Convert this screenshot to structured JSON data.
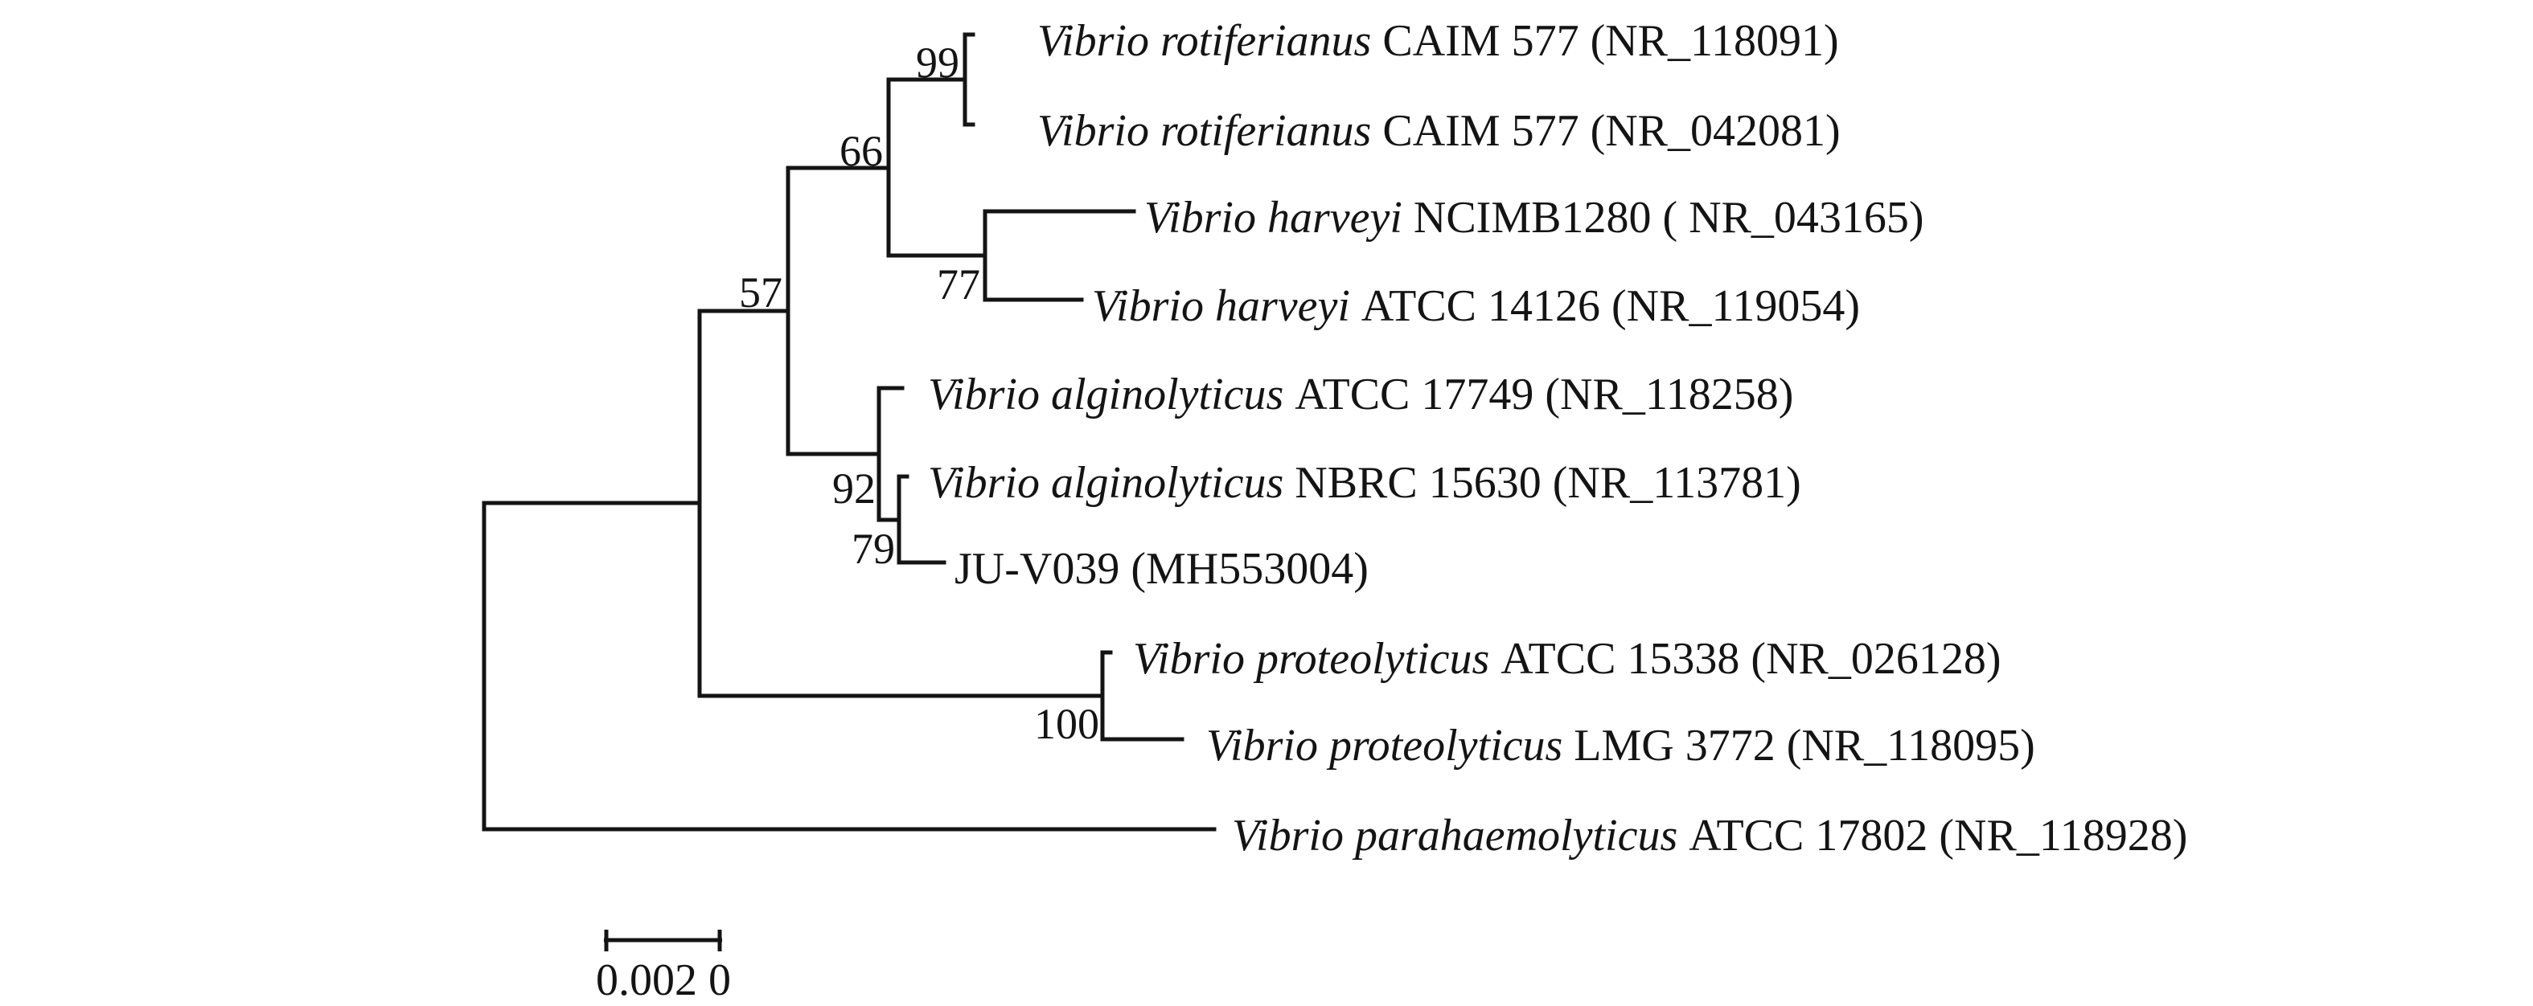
{
  "figure": {
    "type": "phylogenetic-tree",
    "description": "Neighbor-joining phylogenetic tree of Vibrio 16S rRNA sequences with bootstrap values",
    "line_color": "#141414",
    "background_color": "#ffffff"
  },
  "taxa": [
    {
      "italic": "Vibrio rotiferianus",
      "roman": "CAIM 577 (NR_118091)"
    },
    {
      "italic": "Vibrio rotiferianus",
      "roman": "CAIM 577 (NR_042081)"
    },
    {
      "italic": "Vibrio harveyi",
      "roman": "NCIMB1280 ( NR_043165)"
    },
    {
      "italic": "Vibrio harveyi",
      "roman": "ATCC 14126 (NR_119054)"
    },
    {
      "italic": "Vibrio alginolyticus",
      "roman": "ATCC 17749 (NR_118258)"
    },
    {
      "italic": "Vibrio alginolyticus",
      "roman": "NBRC 15630 (NR_113781)"
    },
    {
      "italic": "",
      "roman": "JU-V039 (MH553004)"
    },
    {
      "italic": "Vibrio proteolyticus",
      "roman": "ATCC 15338 (NR_026128)"
    },
    {
      "italic": "Vibrio proteolyticus",
      "roman": "LMG 3772 (NR_118095)"
    },
    {
      "italic": "Vibrio parahaemolyticus",
      "roman": "ATCC 17802 (NR_118928)"
    }
  ],
  "bootstraps": [
    {
      "node": "rotiferianus-pair",
      "value": "99"
    },
    {
      "node": "rotiferianus-harveyi",
      "value": "66"
    },
    {
      "node": "upper-clade",
      "value": "57"
    },
    {
      "node": "harveyi-pair",
      "value": "77"
    },
    {
      "node": "alginolyticus-clade",
      "value": "92"
    },
    {
      "node": "nbrc-juv039-pair",
      "value": "79"
    },
    {
      "node": "proteolyticus-pair",
      "value": "100"
    }
  ],
  "scale_bar": {
    "label": "0.002 0"
  },
  "tree": {
    "newick": "(((((Vibrio_rotiferianus_CAIM_577_NR_118091,Vibrio_rotiferianus_CAIM_577_NR_042081)99,(Vibrio_harveyi_NCIMB1280_NR_043165,Vibrio_harveyi_ATCC_14126_NR_119054)77)66,(Vibrio_alginolyticus_ATCC_17749_NR_118258,(Vibrio_alginolyticus_NBRC_15630_NR_113781,JU-V039_MH553004)79)92)57,(Vibrio_proteolyticus_ATCC_15338_NR_026128,Vibrio_proteolyticus_LMG_3772_NR_118095)100),Vibrio_parahaemolyticus_ATCC_17802_NR_118928);"
  }
}
